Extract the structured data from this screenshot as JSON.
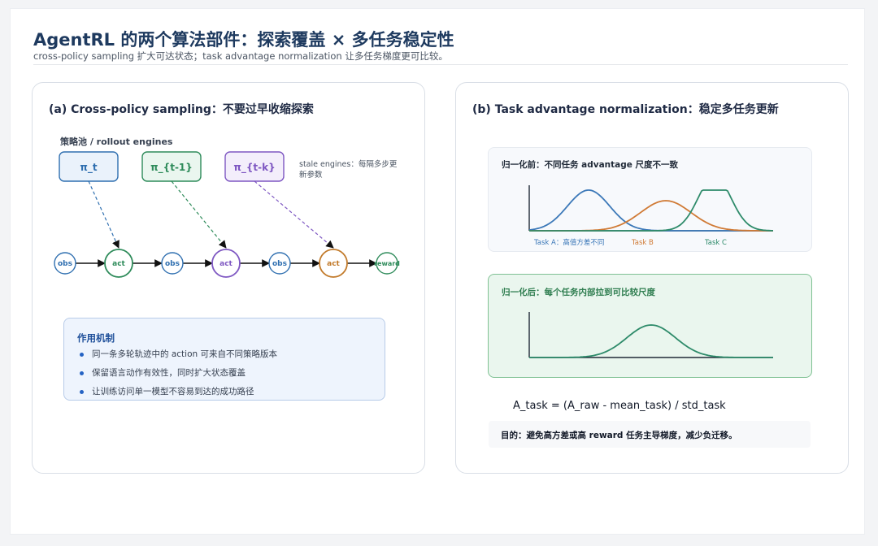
{
  "header": {
    "title": "AgentRL 的两个算法部件：探索覆盖 × 多任务稳定性",
    "subtitle": "cross-policy sampling 扩大可达状态；task advantage normalization 让多任务梯度更可比较。"
  },
  "panel_a": {
    "heading": "(a) Cross-policy sampling：不要过早收缩探索",
    "pool_label": "策略池 / rollout engines",
    "policies": [
      {
        "label": "π_t",
        "color": "#2f6fb0",
        "fill": "#eaf2fb"
      },
      {
        "label": "π_{t-1}",
        "color": "#2e8b5a",
        "fill": "#eaf6ef"
      },
      {
        "label": "π_{t-k}",
        "color": "#7e57c2",
        "fill": "#f3eefb"
      }
    ],
    "stale_note": [
      "stale engines：每隔多步更",
      "新参数"
    ],
    "chain": [
      {
        "label": "obs",
        "color": "#2f6fb0"
      },
      {
        "label": "act",
        "color": "#2e8b5a"
      },
      {
        "label": "obs",
        "color": "#2f6fb0"
      },
      {
        "label": "act",
        "color": "#7e57c2"
      },
      {
        "label": "obs",
        "color": "#2f6fb0"
      },
      {
        "label": "act",
        "color": "#c27a2a"
      },
      {
        "label": "reward",
        "color": "#2e8b5a"
      }
    ],
    "mechanism": {
      "title": "作用机制",
      "items": [
        "同一条多轮轨迹中的 action 可来自不同策略版本",
        "保留语言动作有效性，同时扩大状态覆盖",
        "让训练访问单一模型不容易到达的成功路径"
      ]
    }
  },
  "panel_b": {
    "heading": "(b) Task advantage normalization：稳定多任务更新",
    "before": {
      "title": "归一化前：不同任务 advantage 尺度不一致",
      "tasks": [
        {
          "label": "Task A：高值方差不同",
          "color": "#3b78b8"
        },
        {
          "label": "Task B",
          "color": "#d07a35"
        },
        {
          "label": "Task C",
          "color": "#2e8b6a"
        }
      ]
    },
    "after": {
      "title": "归一化后：每个任务内部拉到可比较尺度",
      "color": "#2e8b6a"
    },
    "formula": "A_task = (A_raw - mean_task) / std_task",
    "purpose": "目的：避免高方差或高 reward 任务主导梯度，减少负迁移。"
  },
  "colors": {
    "title": "#1e3a5f",
    "mechanism_bg": "#eef4fd",
    "after_bg": "#eaf6ee"
  }
}
